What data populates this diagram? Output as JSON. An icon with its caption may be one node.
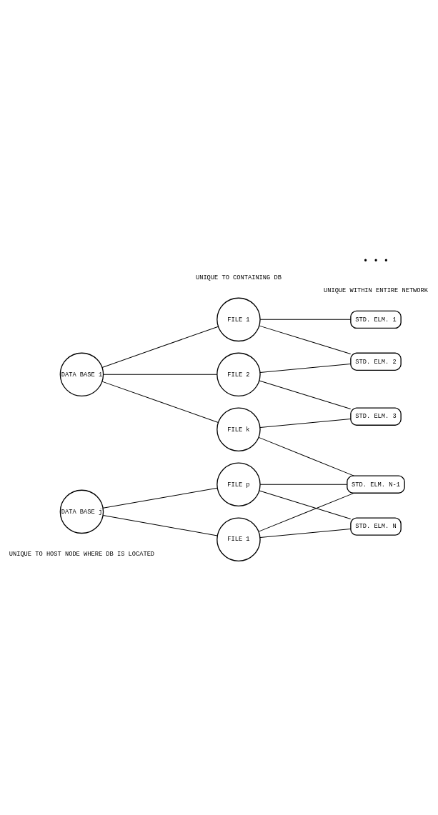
{
  "diagram": {
    "nodes": [
      {
        "text": [
          "DATA BASE 1"
        ]
      },
      {
        "text": [
          "DATA BASE j"
        ]
      },
      {
        "text": [
          "FILE 1"
        ]
      },
      {
        "text": [
          "FILE 2"
        ]
      },
      {
        "text": [
          "FILE k"
        ]
      },
      {
        "text": [
          "FILE 1"
        ]
      },
      {
        "text": [
          "FILE p"
        ]
      },
      {
        "text": [
          "STD. ELM. 1"
        ]
      },
      {
        "text": [
          "STD. ELM. 2"
        ]
      },
      {
        "text": [
          "STD. ELM. 3"
        ]
      },
      {
        "text": [
          "STD. ELM. N-1"
        ]
      },
      {
        "text": [
          "STD. ELM. N"
        ]
      }
    ],
    "edges": [
      {
        "from": 0,
        "to": 2,
        "arrow": "none"
      },
      {
        "from": 0,
        "to": 3,
        "arrow": "none"
      },
      {
        "from": 0,
        "to": 4,
        "arrow": "none"
      },
      {
        "from": 1,
        "to": 5,
        "arrow": "none"
      },
      {
        "from": 1,
        "to": 6,
        "arrow": "none"
      },
      {
        "from": 2,
        "to": 7,
        "arrow": "none"
      },
      {
        "from": 2,
        "to": 8,
        "arrow": "none"
      },
      {
        "from": 3,
        "to": 8,
        "arrow": "none"
      },
      {
        "from": 3,
        "to": 9,
        "arrow": "none"
      },
      {
        "from": 4,
        "to": 9,
        "arrow": "none"
      },
      {
        "from": 4,
        "to": 10,
        "arrow": "none"
      },
      {
        "from": 5,
        "to": 10,
        "arrow": "none"
      },
      {
        "from": 5,
        "to": 11,
        "arrow": "none"
      },
      {
        "from": 6,
        "to": 11,
        "arrow": "none"
      },
      {
        "from": 6,
        "to": 10,
        "arrow": "none"
      }
    ],
    "labels": [
      "UNIQUE TO HOST NODE WHERE DB IS LOCATED",
      "UNIQUE TO CONTAINING DB",
      "UNIQUE WITHIN ENTIRE NETWORK",
      "• • •"
    ]
  }
}
